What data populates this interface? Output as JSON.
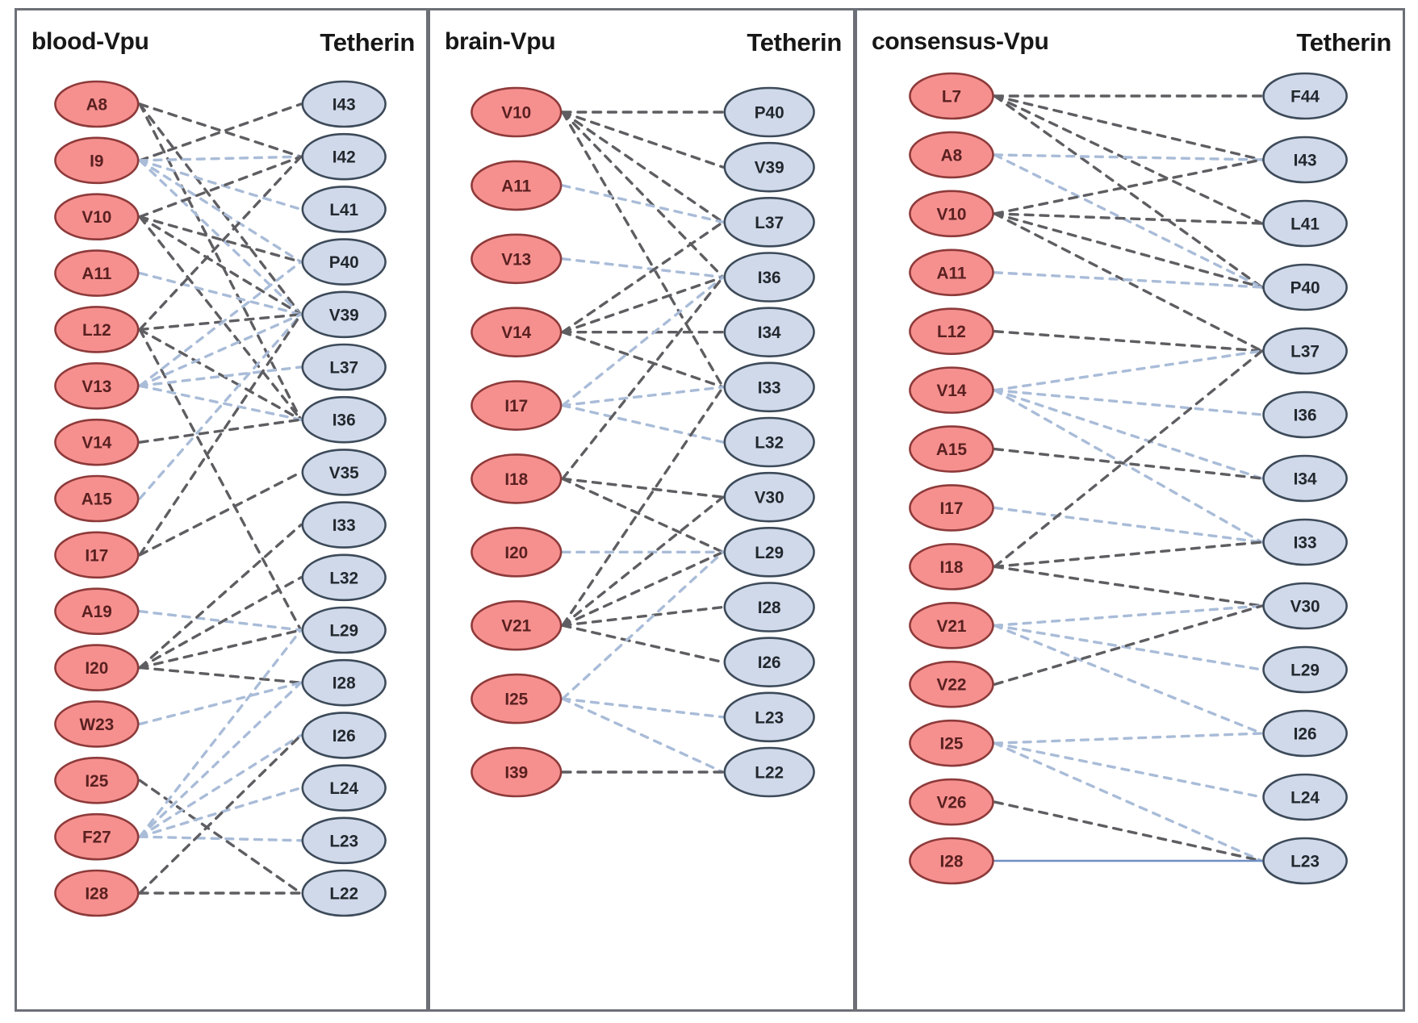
{
  "figure": {
    "type": "bipartite-contact-map",
    "panel_count": 3,
    "colors": {
      "vpu_fill": "#f6908f",
      "vpu_stroke": "#8d3a3a",
      "tetherin_fill": "#cfd9ea",
      "tetherin_stroke": "#3d4a59",
      "edge_dark": "#5e5e62",
      "edge_light": "#a9bcd8",
      "panel_border": "#6c7076",
      "header_text": "#171717"
    },
    "legend_note": "Dashed grey and dashed light-blue edges denote two contact types; one solid blue edge in consensus panel"
  },
  "panels": [
    {
      "id": "blood",
      "left_header": "blood-Vpu",
      "right_header": "Tetherin",
      "vpu_nodes": [
        "A8",
        "I9",
        "V10",
        "A11",
        "L12",
        "V13",
        "V14",
        "A15",
        "I17",
        "A19",
        "I20",
        "W23",
        "I25",
        "F27",
        "I28"
      ],
      "tetherin_nodes": [
        "I43",
        "I42",
        "L41",
        "P40",
        "V39",
        "L37",
        "I36",
        "V35",
        "I33",
        "L32",
        "L29",
        "I28",
        "I26",
        "L24",
        "L23",
        "L22"
      ],
      "edges": [
        {
          "from": "A8",
          "to": "I42",
          "style": "dark"
        },
        {
          "from": "A8",
          "to": "V39",
          "style": "dark"
        },
        {
          "from": "A8",
          "to": "I36",
          "style": "dark"
        },
        {
          "from": "I9",
          "to": "I43",
          "style": "dark"
        },
        {
          "from": "I9",
          "to": "I42",
          "style": "light"
        },
        {
          "from": "I9",
          "to": "L41",
          "style": "light"
        },
        {
          "from": "I9",
          "to": "P40",
          "style": "light"
        },
        {
          "from": "I9",
          "to": "V39",
          "style": "light"
        },
        {
          "from": "V10",
          "to": "I42",
          "style": "dark"
        },
        {
          "from": "V10",
          "to": "P40",
          "style": "dark"
        },
        {
          "from": "V10",
          "to": "V39",
          "style": "dark"
        },
        {
          "from": "V10",
          "to": "I36",
          "style": "dark"
        },
        {
          "from": "A11",
          "to": "V39",
          "style": "light"
        },
        {
          "from": "L12",
          "to": "I42",
          "style": "dark"
        },
        {
          "from": "L12",
          "to": "V39",
          "style": "dark"
        },
        {
          "from": "L12",
          "to": "I36",
          "style": "dark"
        },
        {
          "from": "L12",
          "to": "L29",
          "style": "dark"
        },
        {
          "from": "V13",
          "to": "P40",
          "style": "light"
        },
        {
          "from": "V13",
          "to": "V39",
          "style": "light"
        },
        {
          "from": "V13",
          "to": "L37",
          "style": "light"
        },
        {
          "from": "V13",
          "to": "I36",
          "style": "light"
        },
        {
          "from": "V14",
          "to": "I36",
          "style": "dark"
        },
        {
          "from": "A15",
          "to": "V39",
          "style": "light"
        },
        {
          "from": "I17",
          "to": "V39",
          "style": "dark"
        },
        {
          "from": "I17",
          "to": "V35",
          "style": "dark"
        },
        {
          "from": "A19",
          "to": "L29",
          "style": "light"
        },
        {
          "from": "I20",
          "to": "I33",
          "style": "dark"
        },
        {
          "from": "I20",
          "to": "L32",
          "style": "dark"
        },
        {
          "from": "I20",
          "to": "L29",
          "style": "dark"
        },
        {
          "from": "I20",
          "to": "I28",
          "style": "dark"
        },
        {
          "from": "W23",
          "to": "I28",
          "style": "light"
        },
        {
          "from": "I25",
          "to": "L22",
          "style": "dark"
        },
        {
          "from": "F27",
          "to": "I26",
          "style": "light"
        },
        {
          "from": "F27",
          "to": "L24",
          "style": "light"
        },
        {
          "from": "F27",
          "to": "L23",
          "style": "light"
        },
        {
          "from": "F27",
          "to": "L29",
          "style": "light"
        },
        {
          "from": "F27",
          "to": "I28",
          "style": "light"
        },
        {
          "from": "I28",
          "to": "L22",
          "style": "dark"
        },
        {
          "from": "I28",
          "to": "I26",
          "style": "dark"
        }
      ]
    },
    {
      "id": "brain",
      "left_header": "brain-Vpu",
      "right_header": "Tetherin",
      "vpu_nodes": [
        "V10",
        "A11",
        "V13",
        "V14",
        "I17",
        "I18",
        "I20",
        "V21",
        "I25",
        "I39"
      ],
      "tetherin_nodes": [
        "P40",
        "V39",
        "L37",
        "I36",
        "I34",
        "I33",
        "L32",
        "V30",
        "L29",
        "I28",
        "I26",
        "L23",
        "L22"
      ],
      "edges": [
        {
          "from": "V10",
          "to": "P40",
          "style": "dark"
        },
        {
          "from": "V10",
          "to": "V39",
          "style": "dark"
        },
        {
          "from": "V10",
          "to": "L37",
          "style": "dark"
        },
        {
          "from": "V10",
          "to": "I36",
          "style": "dark"
        },
        {
          "from": "V10",
          "to": "I33",
          "style": "dark"
        },
        {
          "from": "A11",
          "to": "L37",
          "style": "light"
        },
        {
          "from": "V13",
          "to": "I36",
          "style": "light"
        },
        {
          "from": "V14",
          "to": "L37",
          "style": "dark"
        },
        {
          "from": "V14",
          "to": "I36",
          "style": "dark"
        },
        {
          "from": "V14",
          "to": "I34",
          "style": "dark"
        },
        {
          "from": "V14",
          "to": "I33",
          "style": "dark"
        },
        {
          "from": "I17",
          "to": "I36",
          "style": "light"
        },
        {
          "from": "I17",
          "to": "I33",
          "style": "light"
        },
        {
          "from": "I17",
          "to": "L32",
          "style": "light"
        },
        {
          "from": "I18",
          "to": "I36",
          "style": "dark"
        },
        {
          "from": "I18",
          "to": "V30",
          "style": "dark"
        },
        {
          "from": "I18",
          "to": "L29",
          "style": "dark"
        },
        {
          "from": "I20",
          "to": "L29",
          "style": "light"
        },
        {
          "from": "V21",
          "to": "I33",
          "style": "dark"
        },
        {
          "from": "V21",
          "to": "V30",
          "style": "dark"
        },
        {
          "from": "V21",
          "to": "L29",
          "style": "dark"
        },
        {
          "from": "V21",
          "to": "I28",
          "style": "dark"
        },
        {
          "from": "V21",
          "to": "I26",
          "style": "dark"
        },
        {
          "from": "I25",
          "to": "L29",
          "style": "light"
        },
        {
          "from": "I25",
          "to": "L23",
          "style": "light"
        },
        {
          "from": "I25",
          "to": "L22",
          "style": "light"
        },
        {
          "from": "I39",
          "to": "L22",
          "style": "dark"
        }
      ]
    },
    {
      "id": "consensus",
      "left_header": "consensus-Vpu",
      "right_header": "Tetherin",
      "vpu_nodes": [
        "L7",
        "A8",
        "V10",
        "A11",
        "L12",
        "V14",
        "A15",
        "I17",
        "I18",
        "V21",
        "V22",
        "I25",
        "V26",
        "I28"
      ],
      "tetherin_nodes": [
        "F44",
        "I43",
        "L41",
        "P40",
        "L37",
        "I36",
        "I34",
        "I33",
        "V30",
        "L29",
        "I26",
        "L24",
        "L23"
      ],
      "edges": [
        {
          "from": "L7",
          "to": "F44",
          "style": "dark"
        },
        {
          "from": "L7",
          "to": "I43",
          "style": "dark"
        },
        {
          "from": "L7",
          "to": "L41",
          "style": "dark"
        },
        {
          "from": "L7",
          "to": "P40",
          "style": "dark"
        },
        {
          "from": "A8",
          "to": "I43",
          "style": "light"
        },
        {
          "from": "A8",
          "to": "P40",
          "style": "light"
        },
        {
          "from": "V10",
          "to": "I43",
          "style": "dark"
        },
        {
          "from": "V10",
          "to": "L41",
          "style": "dark"
        },
        {
          "from": "V10",
          "to": "P40",
          "style": "dark"
        },
        {
          "from": "V10",
          "to": "L37",
          "style": "dark"
        },
        {
          "from": "A11",
          "to": "P40",
          "style": "light"
        },
        {
          "from": "L12",
          "to": "L37",
          "style": "dark"
        },
        {
          "from": "V14",
          "to": "L37",
          "style": "light"
        },
        {
          "from": "V14",
          "to": "I36",
          "style": "light"
        },
        {
          "from": "V14",
          "to": "I34",
          "style": "light"
        },
        {
          "from": "V14",
          "to": "I33",
          "style": "light"
        },
        {
          "from": "A15",
          "to": "I34",
          "style": "dark"
        },
        {
          "from": "I17",
          "to": "I33",
          "style": "light"
        },
        {
          "from": "I18",
          "to": "L37",
          "style": "dark"
        },
        {
          "from": "I18",
          "to": "I33",
          "style": "dark"
        },
        {
          "from": "I18",
          "to": "V30",
          "style": "dark"
        },
        {
          "from": "V21",
          "to": "V30",
          "style": "light"
        },
        {
          "from": "V21",
          "to": "L29",
          "style": "light"
        },
        {
          "from": "V21",
          "to": "I26",
          "style": "light"
        },
        {
          "from": "V22",
          "to": "V30",
          "style": "dark"
        },
        {
          "from": "I25",
          "to": "I26",
          "style": "light"
        },
        {
          "from": "I25",
          "to": "L24",
          "style": "light"
        },
        {
          "from": "I25",
          "to": "L23",
          "style": "light"
        },
        {
          "from": "V26",
          "to": "L23",
          "style": "dark"
        },
        {
          "from": "I28",
          "to": "L23",
          "style": "solid-blue"
        }
      ]
    }
  ]
}
